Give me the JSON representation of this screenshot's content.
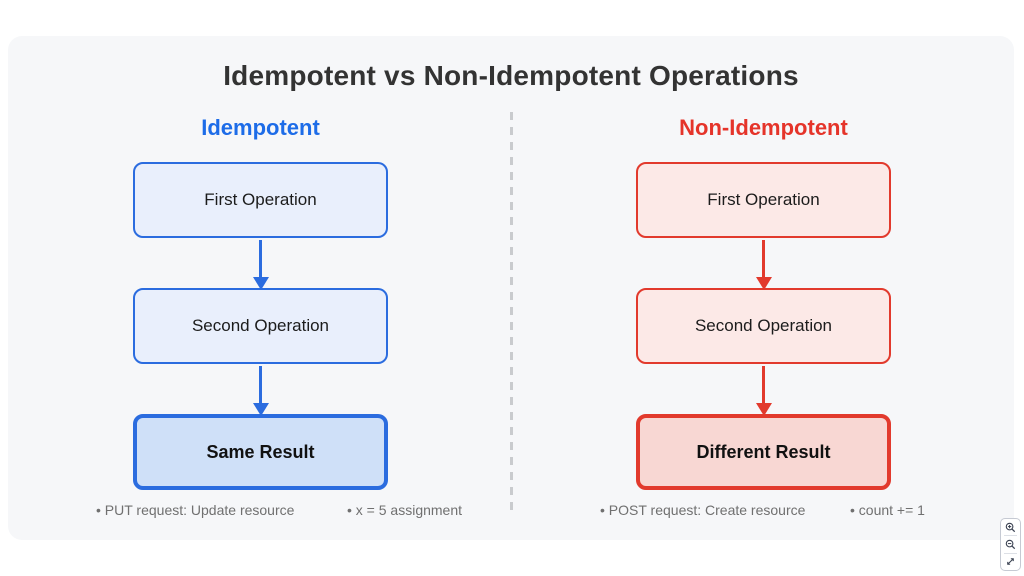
{
  "title": "Idempotent vs Non-Idempotent Operations",
  "colors": {
    "blue_accent": "#2b6cdf",
    "blue_header": "#1d6ce8",
    "blue_fill": "#e9effc",
    "blue_result_fill": "#cfe0f8",
    "red_accent": "#e23a2d",
    "red_header": "#e5342a",
    "red_fill": "#fce9e7",
    "red_result_fill": "#f8d7d3",
    "card_background": "#f6f7f9",
    "title_color": "#333333",
    "note_color": "#707070",
    "divider_color": "#c9cbce"
  },
  "columns": [
    {
      "header": "Idempotent",
      "steps": [
        "First Operation",
        "Second Operation"
      ],
      "result": "Same Result",
      "notes": [
        "• PUT request: Update resource",
        "• x = 5 assignment"
      ]
    },
    {
      "header": "Non-Idempotent",
      "steps": [
        "First Operation",
        "Second Operation"
      ],
      "result": "Different Result",
      "notes": [
        "• POST request: Create resource",
        "• count += 1"
      ]
    }
  ],
  "toolbar": {
    "icons": [
      "zoom-in-icon",
      "zoom-out-icon",
      "fit-view-icon"
    ]
  }
}
